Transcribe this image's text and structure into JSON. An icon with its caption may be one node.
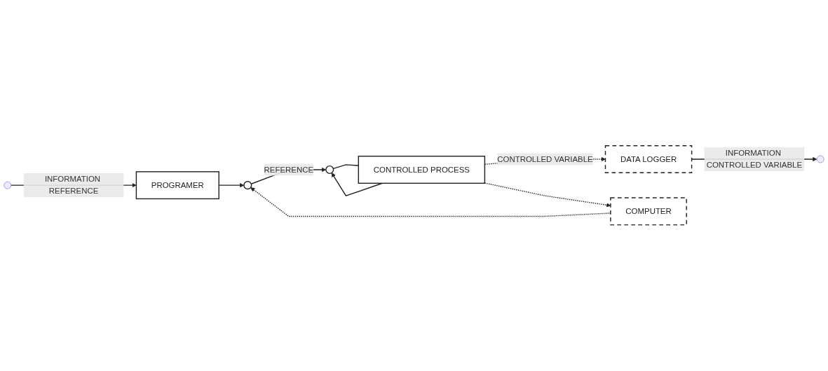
{
  "diagram": {
    "nodes": [
      {
        "text": [
          "PROGRAMER"
        ]
      },
      {
        "text": [],
        "shape": "circle"
      },
      {
        "text": [],
        "shape": "circle"
      },
      {
        "text": [
          "CONTROLLED PROCESS"
        ]
      },
      {
        "text": [
          "DATA LOGGER"
        ]
      },
      {
        "text": [
          "COMPUTER"
        ]
      }
    ],
    "edges": [
      {
        "from": null,
        "to": 0,
        "arrow": "to",
        "label": "INFORMATION REFERENCE"
      },
      {
        "from": 0,
        "to": 1,
        "arrow": "to"
      },
      {
        "from": 1,
        "to": 2,
        "arrow": "to",
        "label": "REFERENCE"
      },
      {
        "from": 2,
        "to": 3,
        "arrow": "none"
      },
      {
        "from": 3,
        "to": 4,
        "arrow": "to",
        "style": "dashed",
        "label": "CONTROLLED VARIABLE"
      },
      {
        "from": 3,
        "to": 2,
        "arrow": "to"
      },
      {
        "from": 3,
        "to": 5,
        "arrow": "to",
        "style": "dashed"
      },
      {
        "from": 5,
        "to": 1,
        "arrow": "to",
        "style": "dashed"
      },
      {
        "from": 4,
        "to": null,
        "arrow": "to",
        "label": "INFORMATION CONTROLLED VARIABLE"
      }
    ]
  }
}
